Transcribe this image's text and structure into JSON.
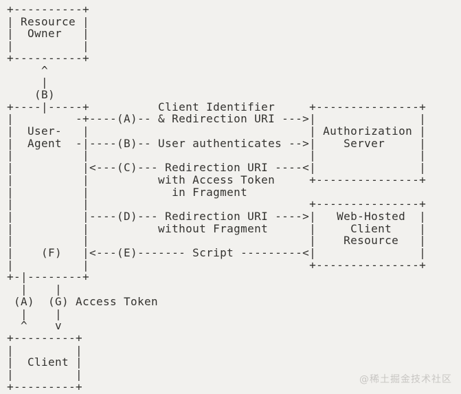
{
  "page": {
    "background_color": "#f2f1ee",
    "text_color": "#33322f"
  },
  "diagram": {
    "type": "ascii-flow-diagram",
    "ascii_lines": [
      "+----------+",
      "| Resource |",
      "|  Owner   |",
      "|          |",
      "+----------+",
      "     ^",
      "     |",
      "    (B)",
      "+----|-----+          Client Identifier     +---------------+",
      "|         -+----(A)-- & Redirection URI --->|               |",
      "|  User-   |                                | Authorization |",
      "|  Agent  -|----(B)-- User authenticates -->|    Server     |",
      "|          |                                |               |",
      "|          |<---(C)--- Redirection URI ----<|               |",
      "|          |          with Access Token     +---------------+",
      "|          |            in Fragment",
      "|          |                                +---------------+",
      "|          |----(D)--- Redirection URI ---->|   Web-Hosted  |",
      "|          |          without Fragment      |     Client    |",
      "|          |                                |    Resource   |",
      "|    (F)   |<---(E)------- Script ---------<|               |",
      "|          |                                +---------------+",
      "+-|--------+",
      "  |    |",
      " (A)  (G) Access Token",
      "  |    |",
      "  ^    v",
      "+---------+",
      "|         |",
      "|  Client |",
      "|         |",
      "+---------+"
    ],
    "entities": [
      "Resource Owner",
      "User-Agent",
      "Authorization Server",
      "Web-Hosted Client Resource",
      "Client"
    ],
    "steps": [
      {
        "id": "(A)",
        "label": "Client Identifier & Redirection URI"
      },
      {
        "id": "(B)",
        "label": "User authenticates"
      },
      {
        "id": "(C)",
        "label": "Redirection URI with Access Token in Fragment"
      },
      {
        "id": "(D)",
        "label": "Redirection URI without Fragment"
      },
      {
        "id": "(E)",
        "label": "Script"
      },
      {
        "id": "(F)",
        "label": ""
      },
      {
        "id": "(G)",
        "label": "Access Token"
      }
    ]
  },
  "watermark": {
    "text": "@稀土掘金技术社区",
    "color": "#c8c6c3"
  }
}
